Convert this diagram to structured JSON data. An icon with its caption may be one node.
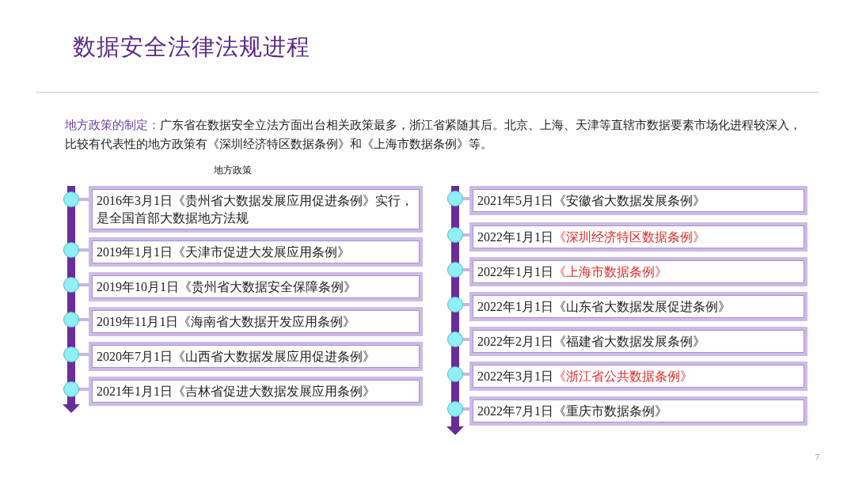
{
  "diagram": {
    "title": "数据安全法律法规进程",
    "nodes": [
      {
        "text": [
          "2016年3月1日",
          "《贵州省大数据发展应用促进条例》实行，是全国首部大数据地方法规"
        ]
      },
      {
        "text": [
          "2019年1月1日",
          "《天津市促进大发展应用条例》"
        ]
      },
      {
        "text": [
          "2019年10月1日",
          "《贵州省大数据安全保障条例》"
        ]
      },
      {
        "text": [
          "2019年11月1日",
          "《海南省大数据开发应用条例》"
        ]
      },
      {
        "text": [
          "2020年7月1日",
          "《山西省大数据发展应用促进条例》"
        ]
      },
      {
        "text": [
          "2021年1月1日",
          "《吉林省促进大数据发展应用条例》"
        ]
      },
      {
        "text": [
          "2021年5月1日",
          "《安徽省大数据发展条例》"
        ]
      },
      {
        "text": [
          "2022年1月1日",
          "《深圳经济特区数据条例》"
        ]
      },
      {
        "text": [
          "2022年1月1日",
          "《上海市数据条例》"
        ]
      },
      {
        "text": [
          "2022年1月1日",
          "《山东省大数据发展促进条例》"
        ]
      },
      {
        "text": [
          "2022年2月1日",
          "《福建省大数据发展条例》"
        ]
      },
      {
        "text": [
          "2022年3月1日",
          "《浙江省公共数据条例》"
        ]
      },
      {
        "text": [
          "2022年7月1日",
          "《重庆市数据条例》"
        ]
      }
    ],
    "edges": [],
    "labels": [
      "地方政策的制定：",
      "广东省在数据安全立法方面出台相关政策最多，浙江省紧随其后。北京、上海、天津等直辖市数据要素市场化进程较深入，比较有代表性的地方政策有《深圳经济特区数据条例》和《上海市数据条例》等。",
      "地方政策",
      "7"
    ]
  }
}
